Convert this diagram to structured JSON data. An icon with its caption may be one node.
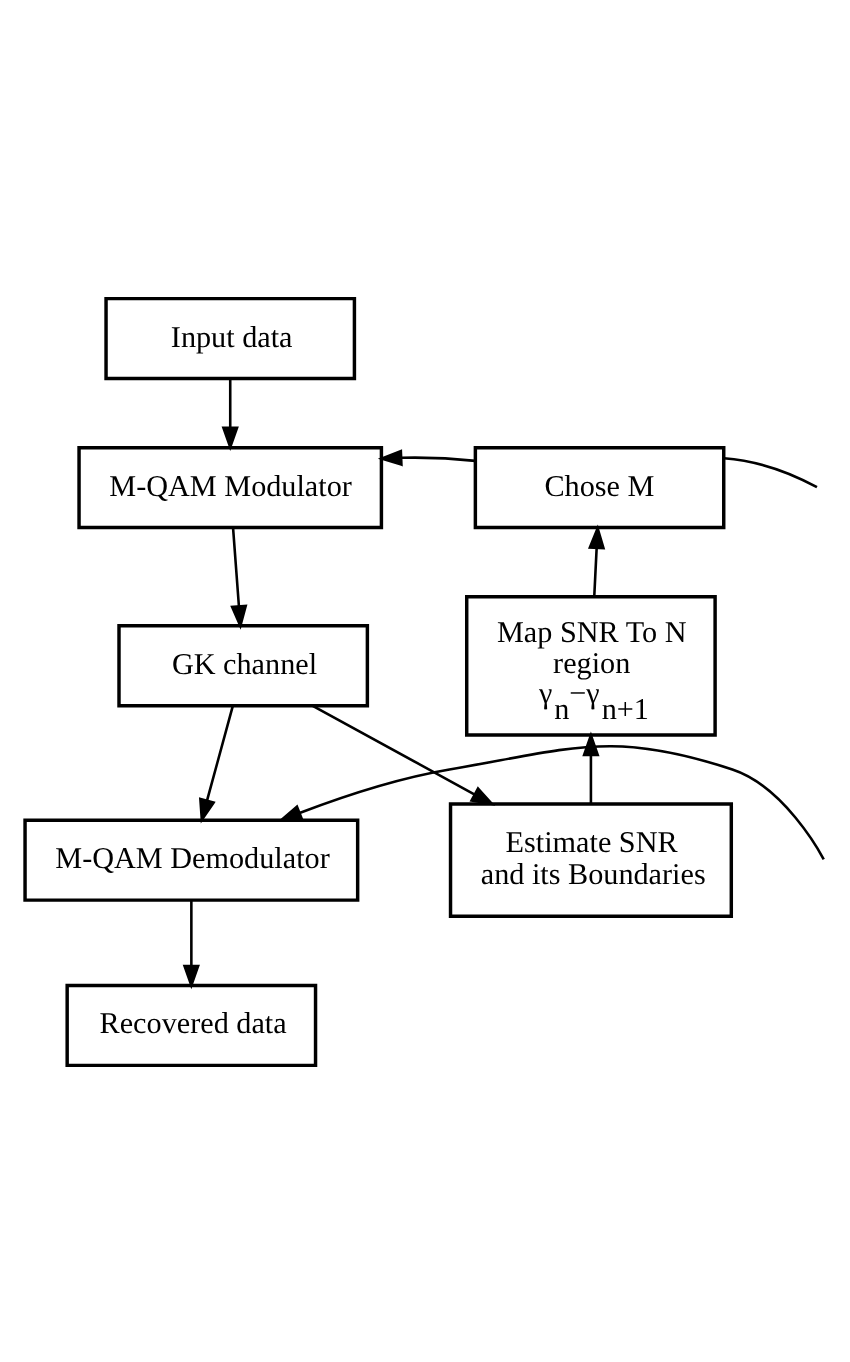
{
  "diagram": {
    "nodes": [
      {
        "text": [
          "Input data"
        ]
      },
      {
        "text": [
          "M-QAM Modulator"
        ]
      },
      {
        "text": [
          "Chose M"
        ]
      },
      {
        "text": [
          "Map SNR To N region",
          "γ$_{n}$−γ$_{n+1}$"
        ]
      },
      {
        "text": [
          "GK channel"
        ]
      },
      {
        "text": [
          "Estimate SNR and its Boundaries"
        ]
      },
      {
        "text": [
          "M-QAM Demodulator"
        ]
      },
      {
        "text": [
          "Recovered data"
        ]
      }
    ],
    "edges": [
      {
        "from": 0,
        "to": 1,
        "arrow": "to"
      },
      {
        "from": 2,
        "to": 1,
        "arrow": "to"
      },
      {
        "from": 1,
        "to": 4,
        "arrow": "to"
      },
      {
        "from": 3,
        "to": 2,
        "arrow": "to"
      },
      {
        "from": 4,
        "to": 6,
        "arrow": "to"
      },
      {
        "from": 4,
        "to": 5,
        "arrow": "to"
      },
      {
        "from": 5,
        "to": 3,
        "arrow": "to"
      },
      {
        "from": 2,
        "to": null,
        "arrow": "none"
      },
      {
        "from": null,
        "to": 6,
        "arrow": "to"
      },
      {
        "from": 6,
        "to": 7,
        "arrow": "to"
      }
    ]
  }
}
